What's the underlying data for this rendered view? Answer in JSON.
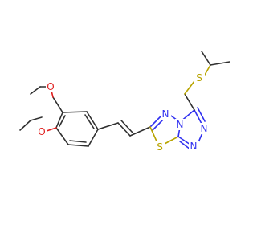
{
  "molecule": {
    "atoms": {
      "o_upper": "O",
      "o_lower": "O",
      "n_triazole_top": "N",
      "n_thiadiazole": "N",
      "n_bridge": "N",
      "n_triazole_right": "N",
      "n_triazole_bottom": "N",
      "s_ring": "S",
      "s_thioether": "S"
    },
    "colors": {
      "carbon": "#303030",
      "nitrogen": "#3030f0",
      "oxygen": "#e02020",
      "sulfur": "#b8a400",
      "background": "#ffffff"
    }
  }
}
